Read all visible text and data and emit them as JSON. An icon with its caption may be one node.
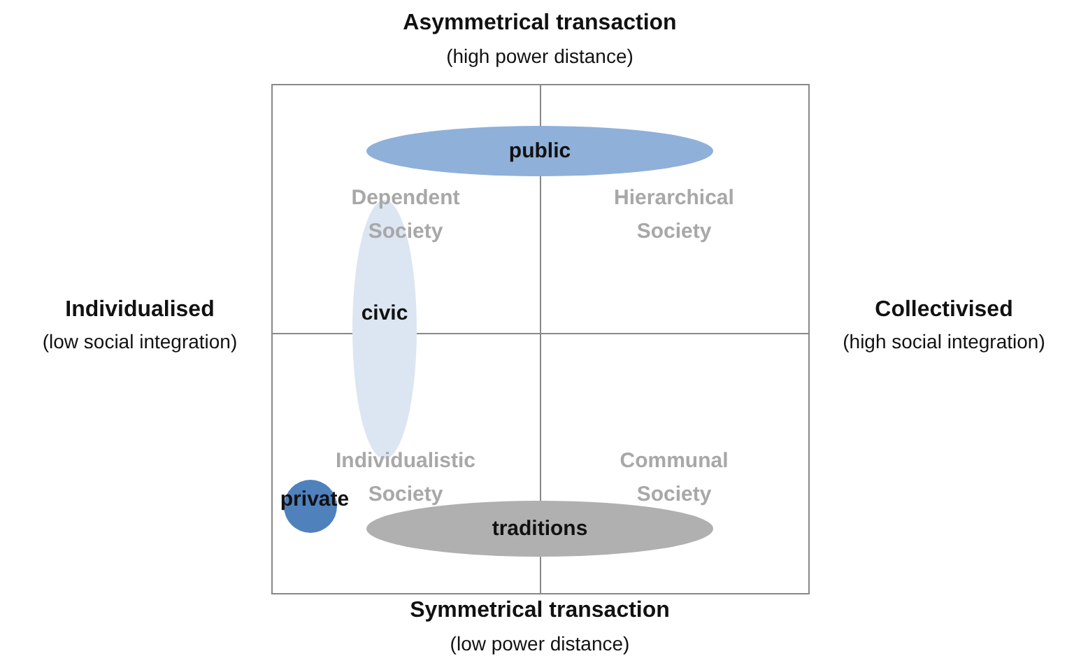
{
  "diagram": {
    "nodes": [
      {
        "text": [
          "public"
        ]
      },
      {
        "text": [
          "civic"
        ]
      },
      {
        "text": [
          "private"
        ]
      },
      {
        "text": [
          "traditions"
        ]
      }
    ],
    "labels": [
      "Asymmetrical transaction",
      "(high power distance)",
      "Dependent Society",
      "Hierarchical Society",
      "Individualised",
      "(low social integration)",
      "Collectivised",
      "(high social integration)",
      "Individualistic Society",
      "Communal Society",
      "Symmetrical transaction",
      "(low power distance)"
    ]
  }
}
